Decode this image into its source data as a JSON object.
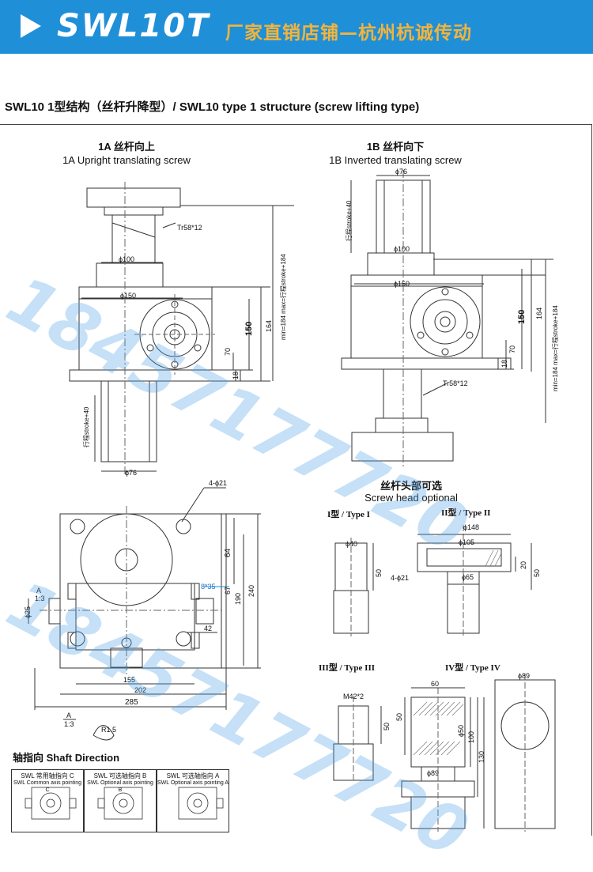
{
  "banner": {
    "model": "SWL10T",
    "shop": "厂家直销店铺—杭州杭诚传动"
  },
  "heading": "SWL10 1型结构（丝杆升降型）/ SWL10 type 1 structure (screw lifting type)",
  "view_1a": {
    "title_cn": "1A 丝杆向上",
    "title_en": "1A Upright translating screw"
  },
  "view_1b": {
    "title_cn": "1B 丝杆向下",
    "title_en": "1B Inverted translating screw"
  },
  "dims_1a": {
    "thread": "Tr58*12",
    "d100": "ϕ100",
    "d150": "ϕ150",
    "h150": "150",
    "h164": "164",
    "h70": "70",
    "h18": "18",
    "stroke": "min=184 max=行程stroke+184",
    "stroke_low": "行程stroke+40",
    "d76": "ϕ76"
  },
  "dims_1b": {
    "d76": "ϕ76",
    "stroke_top": "行程stroke+40",
    "d100": "ϕ100",
    "d150": "ϕ150",
    "h150": "150",
    "h164": "164",
    "h70": "70",
    "h18": "18",
    "stroke": "min=184 max=行程stroke+184",
    "thread": "Tr58*12"
  },
  "dims_plan": {
    "holes": "4-ϕ21",
    "h64": "64",
    "key": "8*35",
    "h67": "67",
    "h190": "190",
    "h240": "240",
    "w42": "42",
    "w155": "155",
    "w202": "202",
    "w285": "285",
    "section_a": "A",
    "scale": "1:3",
    "d25": "ϕ25",
    "radius": "R1.5"
  },
  "screw_head": {
    "title_cn": "丝杆头部可选",
    "title_en": "Screw head optional"
  },
  "type1": {
    "label": "I型 / Type I",
    "d40": "ϕ40",
    "h50": "50",
    "holes": "4-ϕ21"
  },
  "type2": {
    "label": "II型 / Type II",
    "d148": "ϕ148",
    "d105": "ϕ105",
    "d65": "ϕ65",
    "h20": "20",
    "h50": "50"
  },
  "type3": {
    "label": "III型 / Type III",
    "thread": "M42*2",
    "h50": "50"
  },
  "type4": {
    "label": "IV型 / Type IV",
    "w60": "60",
    "h50": "50",
    "d50": "ϕ50",
    "h100": "100",
    "h130": "130",
    "d89_bottom": "ϕ89",
    "d89_top": "ϕ89"
  },
  "shaft": {
    "title": "轴指向 Shaft Direction",
    "options": [
      {
        "cn": "SWL 常用轴指向 C",
        "en": "SWL Common axis pointing C"
      },
      {
        "cn": "SWL 可选轴指向 B",
        "en": "SWL Optional axis pointing B"
      },
      {
        "cn": "SWL 可选轴指向 A",
        "en": "SWL Optional axis pointing A"
      }
    ]
  },
  "watermark": {
    "text": "18457177720"
  }
}
